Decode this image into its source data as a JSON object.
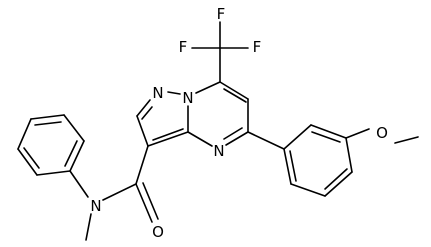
{
  "diagram": {
    "type": "chemical-structure",
    "atom_labels": {
      "fluorine_1": "F",
      "fluorine_2": "F",
      "fluorine_3": "F",
      "pyrazole_nitrogen": "N",
      "bridgehead_nitrogen": "N",
      "pyrimidine_nitrogen": "N",
      "amide_nitrogen": "N",
      "methoxy_oxygen": "O",
      "carbonyl_oxygen": "O"
    }
  }
}
